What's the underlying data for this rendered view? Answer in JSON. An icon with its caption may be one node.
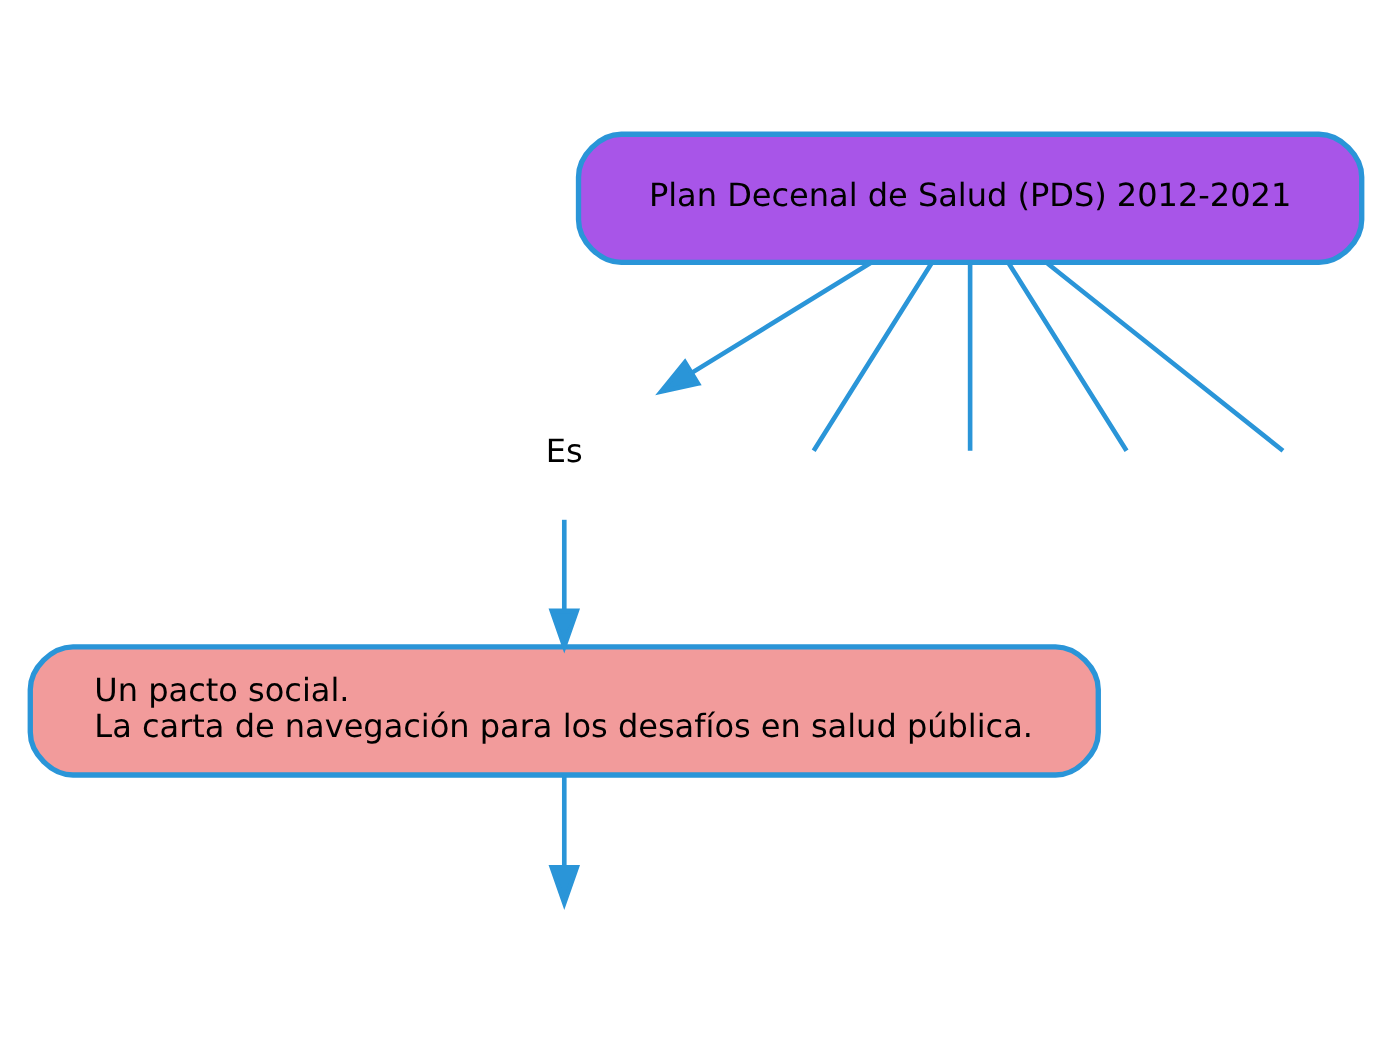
{
  "diagram": {
    "nodes": [
      {
        "text": [
          "Plan Decenal de Salud (PDS) 2012-2021"
        ]
      },
      {
        "text": [
          "Es"
        ]
      },
      {
        "text": [
          "Un pacto social.",
          "La carta de navegación para los desafíos en salud pública."
        ]
      }
    ],
    "edges": [
      {
        "from": 0,
        "to": null,
        "arrow": "none"
      },
      {
        "from": 0,
        "to": null,
        "arrow": "none"
      },
      {
        "from": 0,
        "to": 1,
        "arrow": "to"
      },
      {
        "from": 0,
        "to": null,
        "arrow": "none"
      },
      {
        "from": 0,
        "to": null,
        "arrow": "none"
      },
      {
        "from": 1,
        "to": 2,
        "arrow": "to"
      },
      {
        "from": 2,
        "to": null,
        "arrow": "to"
      }
    ]
  }
}
